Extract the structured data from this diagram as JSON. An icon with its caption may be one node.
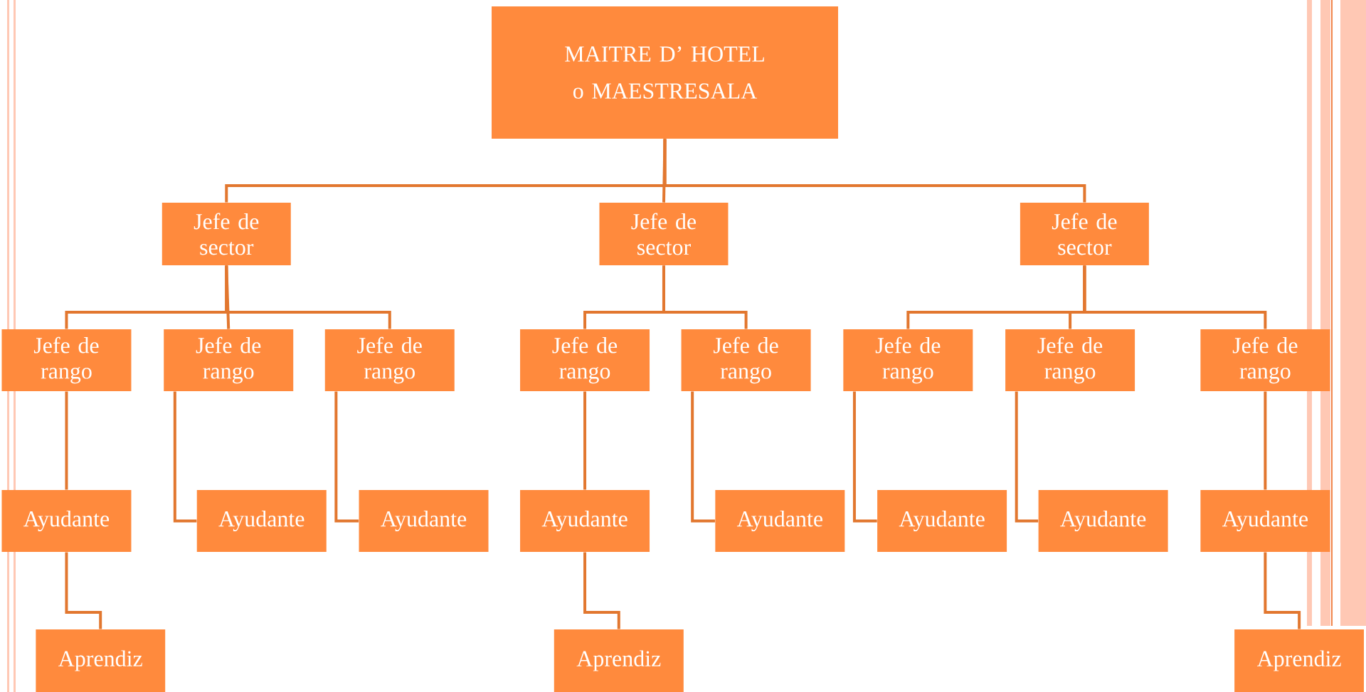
{
  "diagram": {
    "nodes": [
      {
        "text": [
          "MAITRE D’ HOTEL o MAESTRESALA"
        ]
      },
      {
        "text": [
          "Jefe de sector"
        ]
      },
      {
        "text": [
          "Jefe de sector"
        ]
      },
      {
        "text": [
          "Jefe de sector"
        ]
      },
      {
        "text": [
          "Jefe de rango"
        ]
      },
      {
        "text": [
          "Jefe de rango"
        ]
      },
      {
        "text": [
          "Jefe de rango"
        ]
      },
      {
        "text": [
          "Jefe de rango"
        ]
      },
      {
        "text": [
          "Jefe de rango"
        ]
      },
      {
        "text": [
          "Jefe de rango"
        ]
      },
      {
        "text": [
          "Jefe de rango"
        ]
      },
      {
        "text": [
          "Jefe de rango"
        ]
      },
      {
        "text": [
          "Ayudante"
        ]
      },
      {
        "text": [
          "Ayudante"
        ]
      },
      {
        "text": [
          "Ayudante"
        ]
      },
      {
        "text": [
          "Ayudante"
        ]
      },
      {
        "text": [
          "Ayudante"
        ]
      },
      {
        "text": [
          "Ayudante"
        ]
      },
      {
        "text": [
          "Ayudante"
        ]
      },
      {
        "text": [
          "Ayudante"
        ]
      },
      {
        "text": [
          "Aprendiz"
        ]
      },
      {
        "text": [
          "Aprendiz"
        ]
      },
      {
        "text": [
          "Aprendiz"
        ]
      }
    ],
    "edges": [
      {
        "from": 0,
        "to": 1,
        "arrow": "none"
      },
      {
        "from": 0,
        "to": 2,
        "arrow": "none"
      },
      {
        "from": 0,
        "to": 3,
        "arrow": "none"
      },
      {
        "from": 1,
        "to": 4,
        "arrow": "none"
      },
      {
        "from": 1,
        "to": 5,
        "arrow": "none"
      },
      {
        "from": 1,
        "to": 6,
        "arrow": "none"
      },
      {
        "from": 2,
        "to": 7,
        "arrow": "none"
      },
      {
        "from": 2,
        "to": 8,
        "arrow": "none"
      },
      {
        "from": 3,
        "to": 9,
        "arrow": "none"
      },
      {
        "from": 3,
        "to": 10,
        "arrow": "none"
      },
      {
        "from": 3,
        "to": 11,
        "arrow": "none"
      },
      {
        "from": 4,
        "to": 12,
        "arrow": "none"
      },
      {
        "from": 5,
        "to": 13,
        "arrow": "none"
      },
      {
        "from": 6,
        "to": 14,
        "arrow": "none"
      },
      {
        "from": 7,
        "to": 15,
        "arrow": "none"
      },
      {
        "from": 8,
        "to": 16,
        "arrow": "none"
      },
      {
        "from": 9,
        "to": 17,
        "arrow": "none"
      },
      {
        "from": 10,
        "to": 18,
        "arrow": "none"
      },
      {
        "from": 11,
        "to": 19,
        "arrow": "none"
      },
      {
        "from": 12,
        "to": 20,
        "arrow": "none"
      },
      {
        "from": 15,
        "to": 21,
        "arrow": "none"
      },
      {
        "from": 19,
        "to": 22,
        "arrow": "none"
      }
    ]
  }
}
